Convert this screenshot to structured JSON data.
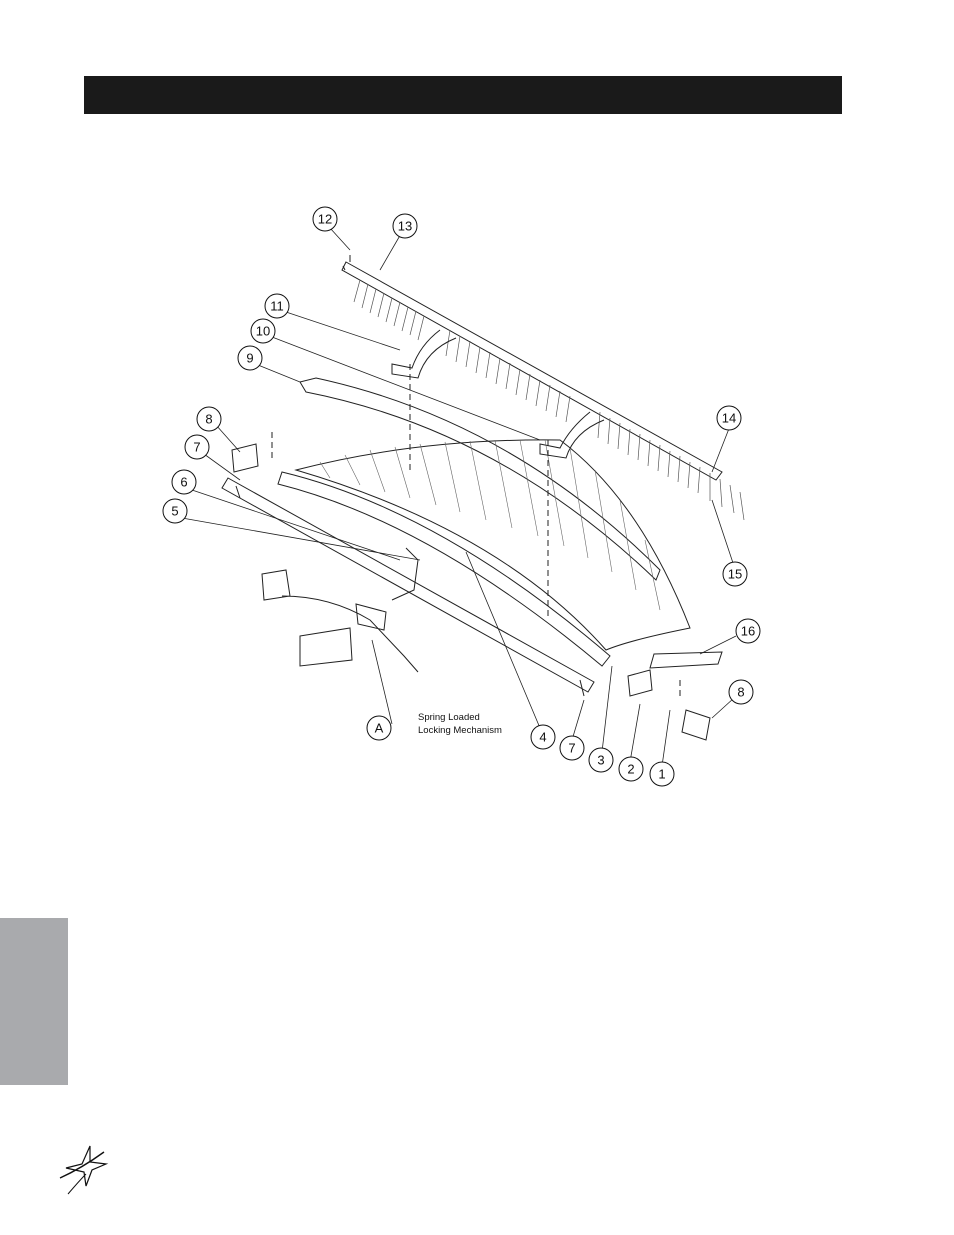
{
  "callouts": [
    "12",
    "13",
    "11",
    "10",
    "9",
    "8",
    "7",
    "6",
    "5",
    "14",
    "15",
    "16",
    "8",
    "4",
    "7",
    "3",
    "2",
    "1",
    "A"
  ],
  "annotation": {
    "line1": "Spring Loaded",
    "line2": "Locking Mechanism"
  },
  "colors": {
    "header_bar": "#1a1a1a",
    "side_tab": "#a9aaad",
    "ink": "#111111"
  },
  "icons": {
    "logo": "star-swoosh-logo"
  }
}
